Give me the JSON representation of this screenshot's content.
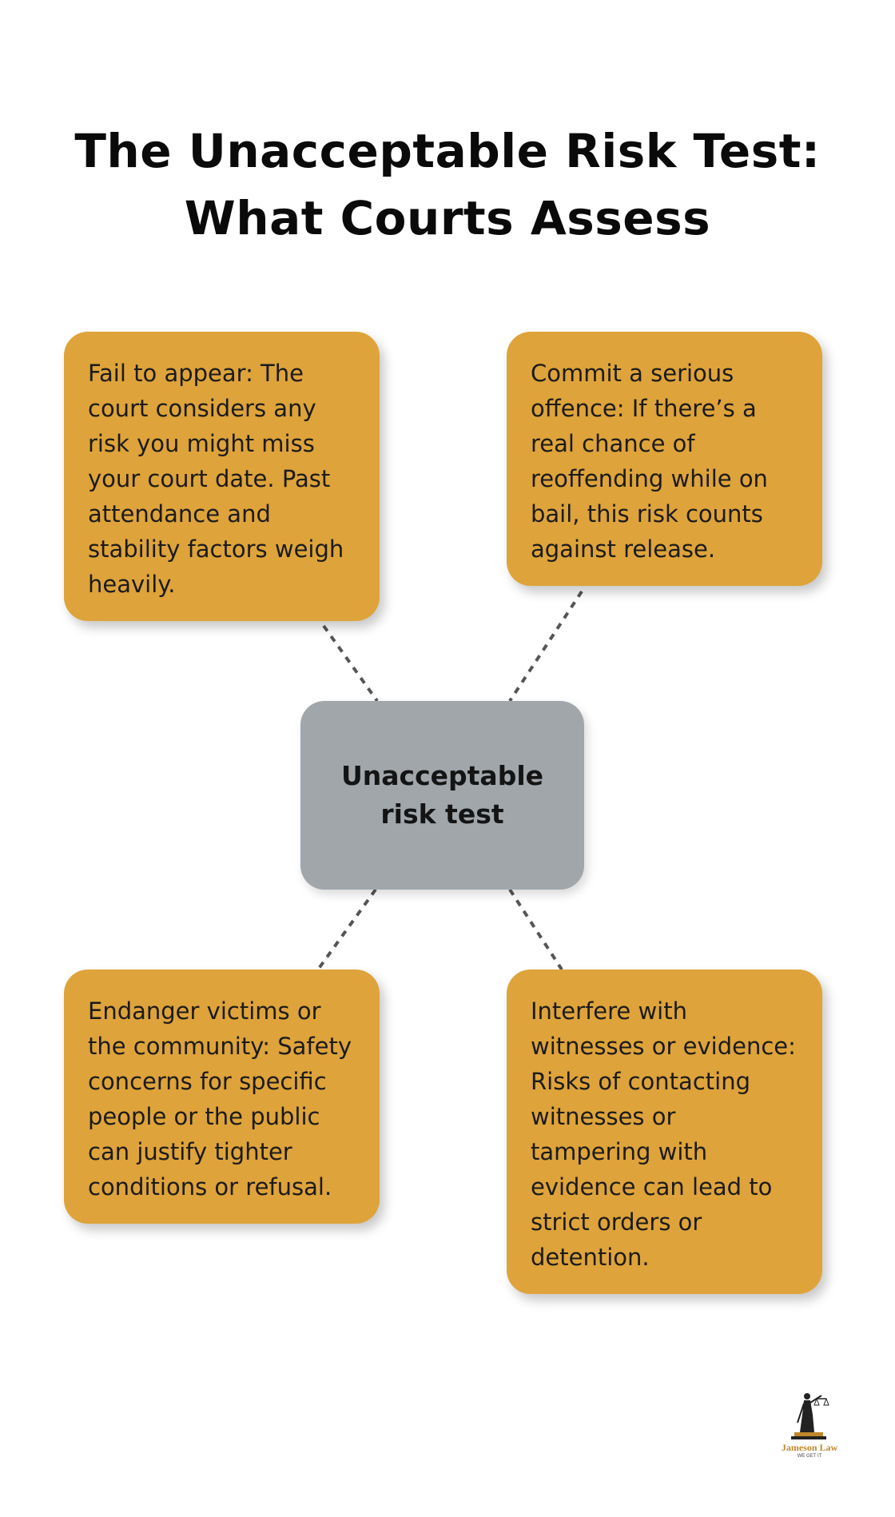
{
  "title": {
    "line1": "The Unacceptable Risk Test:",
    "line2": "What Courts Assess"
  },
  "center": {
    "label": "Unacceptable risk test"
  },
  "cards": {
    "top_left": "Fail to appear: The court considers any risk you might miss your court date. Past attendance and stability factors weigh heavily.",
    "top_right": "Commit a serious offence: If there’s a real chance of reoffending while on bail, this risk counts against release.",
    "bottom_left": "Endanger victims or the community: Safety concerns for specific people or the public can justify tighter conditions or refusal.",
    "bottom_right": "Interfere with witnesses or evidence: Risks of contacting witnesses or tampering with evidence can lead to strict orders or detention."
  },
  "logo": {
    "name": "Jameson Law",
    "tagline": "WE GET IT",
    "icon": "lady-justice-icon"
  },
  "colors": {
    "card_fill": "#dea33a",
    "center_fill": "#a1a6ab",
    "connector": "#555555",
    "logo_accent": "#c0872a"
  }
}
